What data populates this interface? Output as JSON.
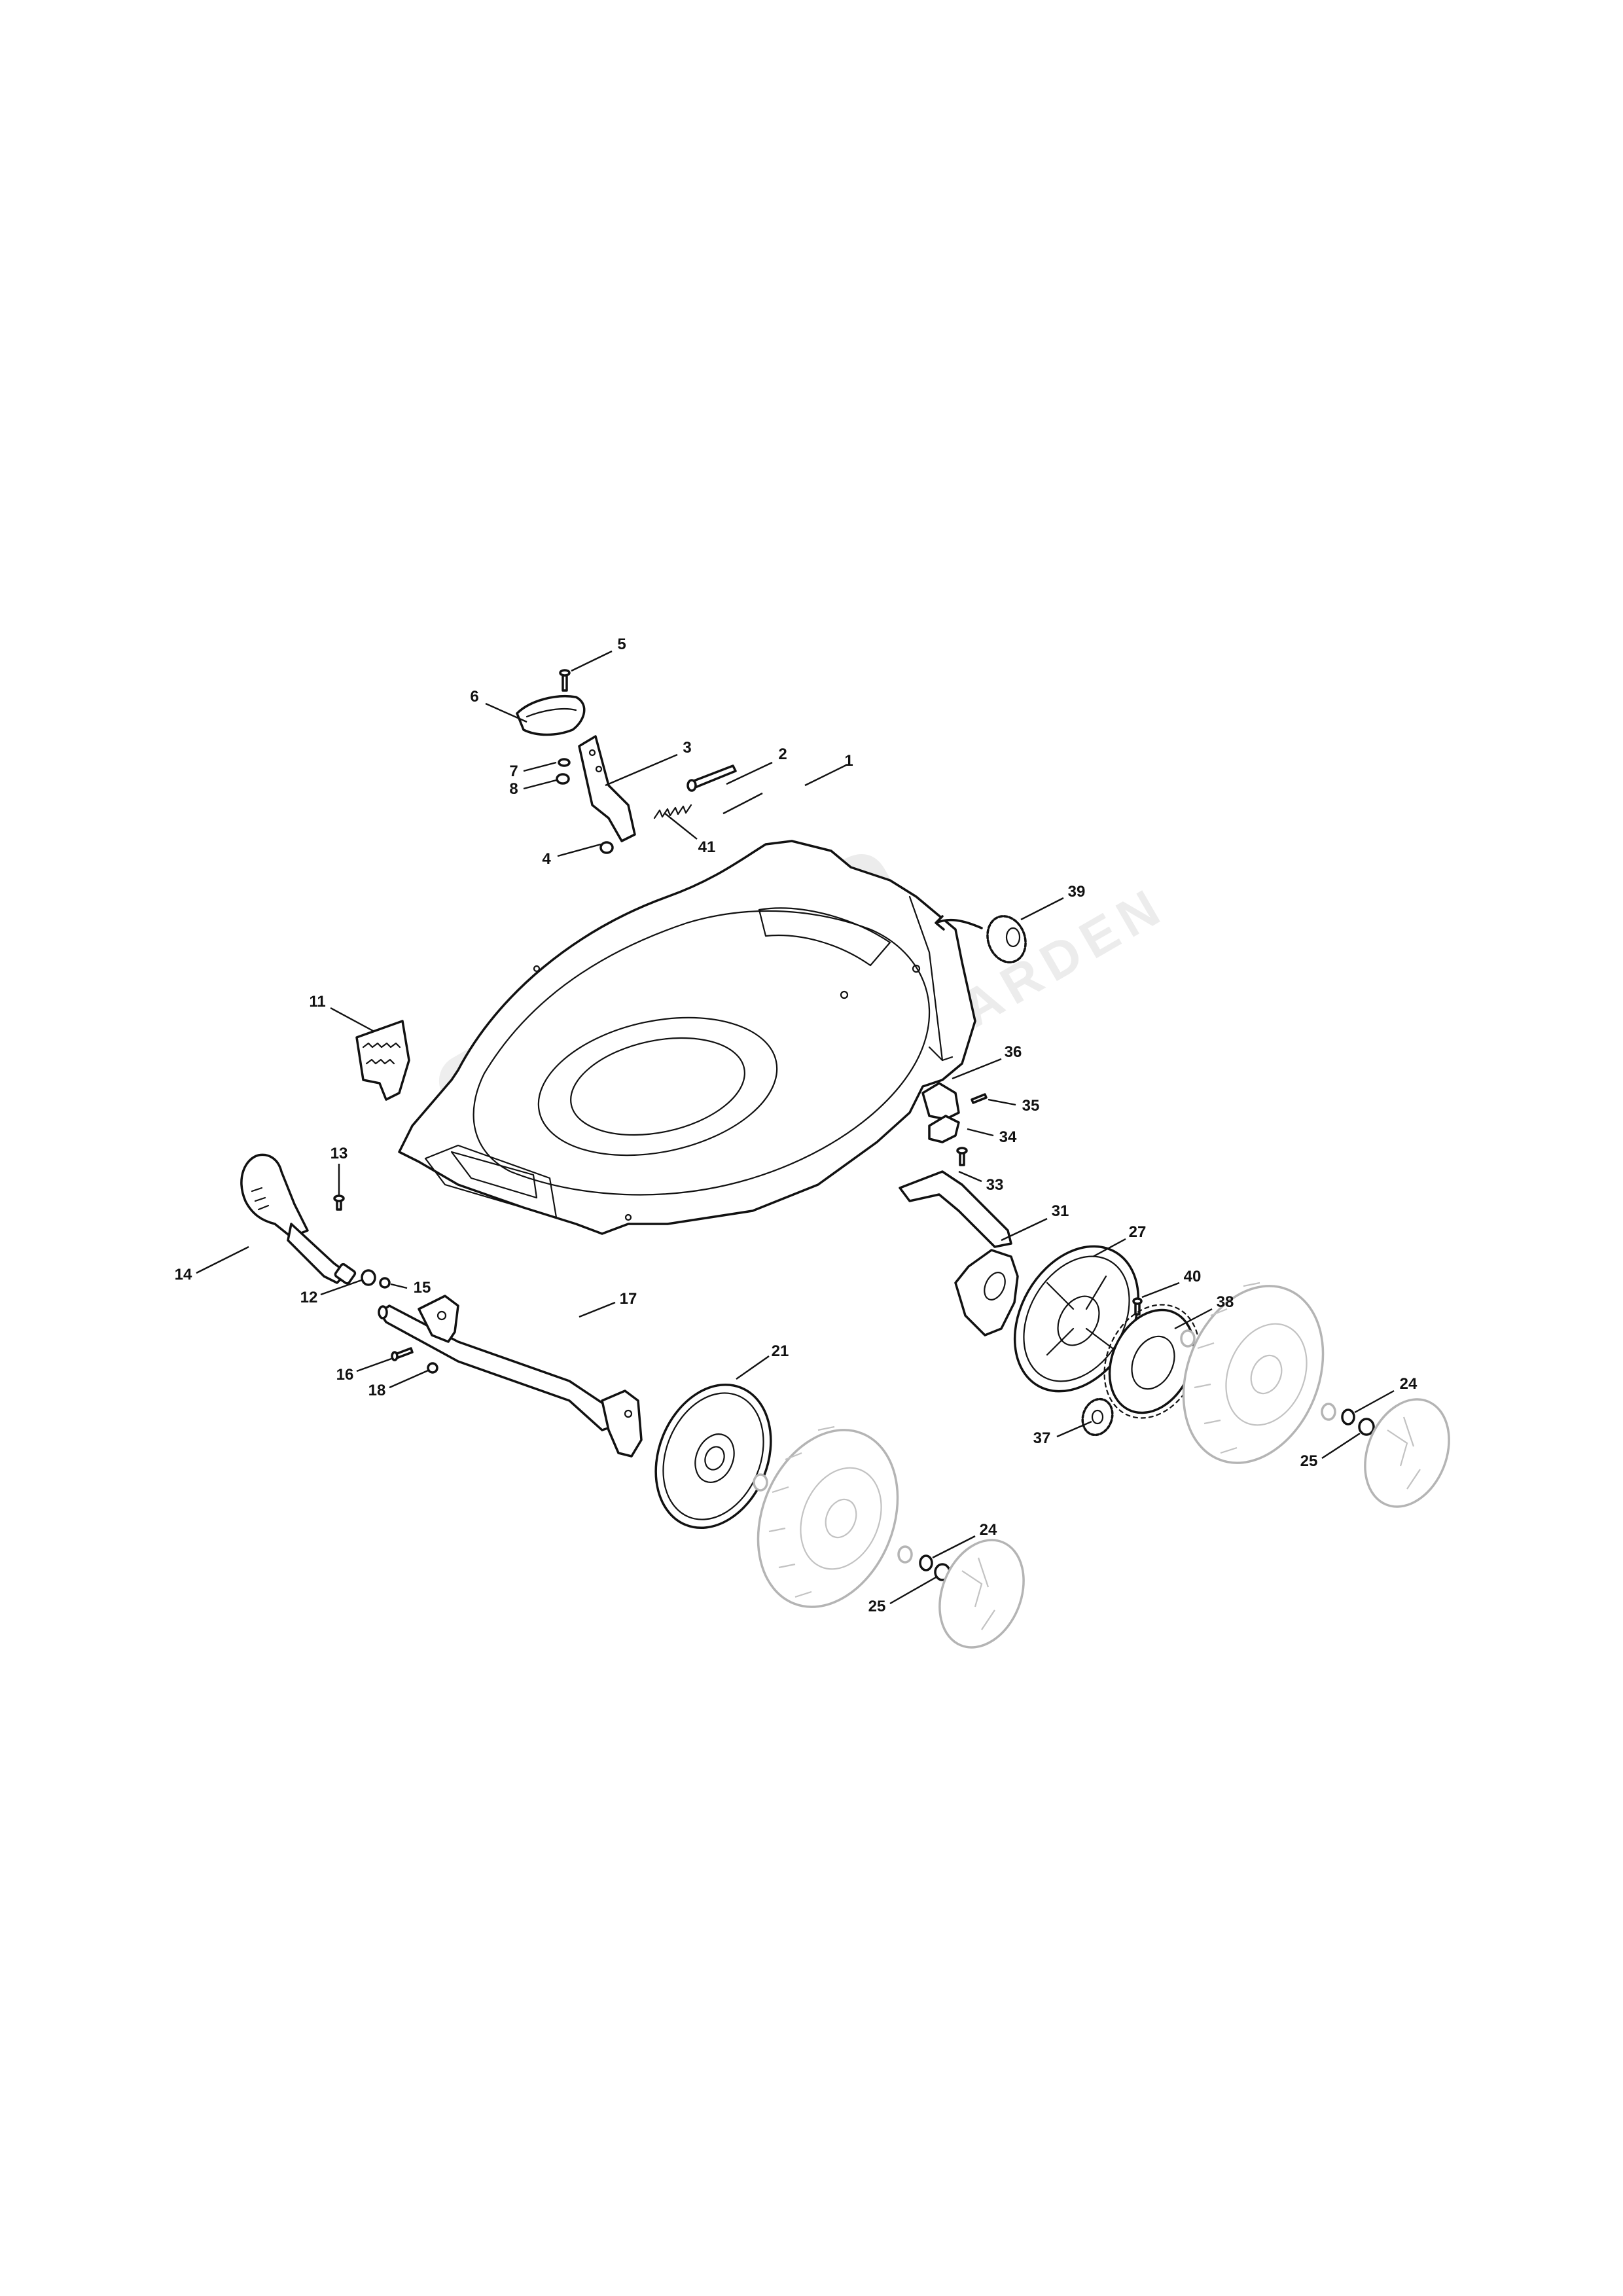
{
  "watermark": {
    "brand": "Stiga",
    "subtitle": "GARDEN"
  },
  "callouts": [
    {
      "id": "c1",
      "label": "1"
    },
    {
      "id": "c2",
      "label": "2"
    },
    {
      "id": "c3",
      "label": "3"
    },
    {
      "id": "c4",
      "label": "4"
    },
    {
      "id": "c5",
      "label": "5"
    },
    {
      "id": "c6",
      "label": "6"
    },
    {
      "id": "c7",
      "label": "7"
    },
    {
      "id": "c8",
      "label": "8"
    },
    {
      "id": "c11",
      "label": "11"
    },
    {
      "id": "c12",
      "label": "12"
    },
    {
      "id": "c13",
      "label": "13"
    },
    {
      "id": "c14",
      "label": "14"
    },
    {
      "id": "c15",
      "label": "15"
    },
    {
      "id": "c16",
      "label": "16"
    },
    {
      "id": "c17",
      "label": "17"
    },
    {
      "id": "c18",
      "label": "18"
    },
    {
      "id": "c21",
      "label": "21"
    },
    {
      "id": "c24a",
      "label": "24"
    },
    {
      "id": "c24b",
      "label": "24"
    },
    {
      "id": "c25a",
      "label": "25"
    },
    {
      "id": "c25b",
      "label": "25"
    },
    {
      "id": "c27",
      "label": "27"
    },
    {
      "id": "c31",
      "label": "31"
    },
    {
      "id": "c33",
      "label": "33"
    },
    {
      "id": "c34",
      "label": "34"
    },
    {
      "id": "c35",
      "label": "35"
    },
    {
      "id": "c36",
      "label": "36"
    },
    {
      "id": "c37",
      "label": "37"
    },
    {
      "id": "c38",
      "label": "38"
    },
    {
      "id": "c39",
      "label": "39"
    },
    {
      "id": "c40",
      "label": "40"
    },
    {
      "id": "c41",
      "label": "41"
    }
  ]
}
